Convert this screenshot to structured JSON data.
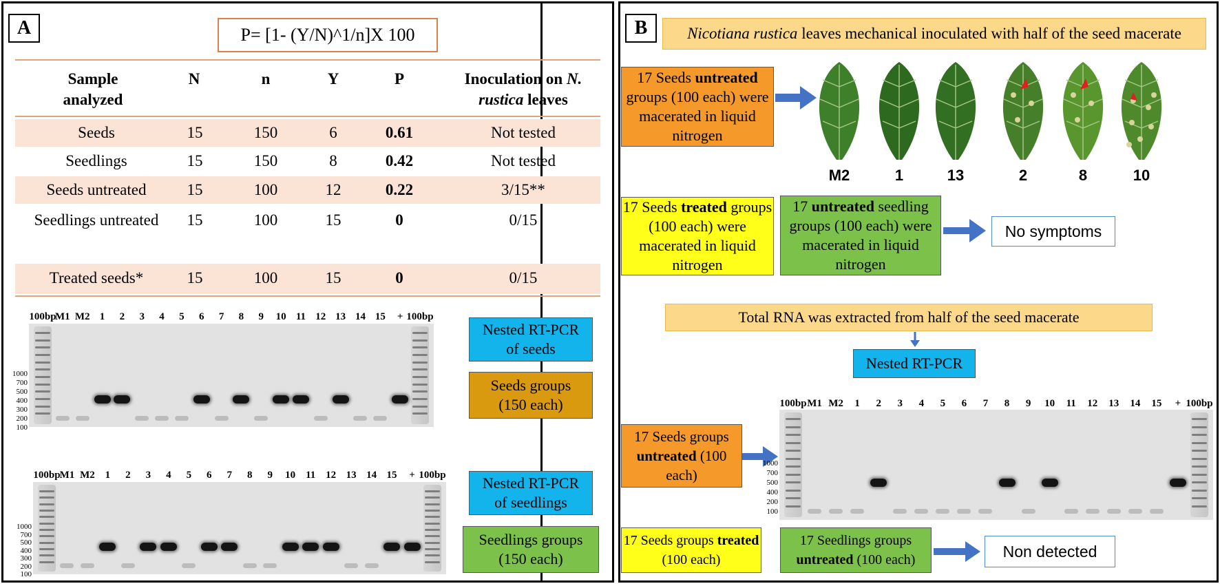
{
  "panel_a": {
    "label": "A",
    "formula": "P= [1- (Y/N)^1/n]X 100",
    "headers": [
      "Sample analyzed",
      "N",
      "n",
      "Y",
      "P",
      "Inoculation on N. rustica leaves"
    ],
    "rows": [
      {
        "sample": "Seeds",
        "N": "15",
        "n": "150",
        "Y": "6",
        "P": "0.61",
        "inoc": "Not tested"
      },
      {
        "sample": "Seedlings",
        "N": "15",
        "n": "150",
        "Y": "8",
        "P": "0.42",
        "inoc": "Not tested"
      },
      {
        "sample": "Seeds untreated",
        "N": "15",
        "n": "100",
        "Y": "12",
        "P": "0.22",
        "inoc": "3/15**"
      },
      {
        "sample": "Seedlings untreated",
        "N": "15",
        "n": "100",
        "Y": "15",
        "P": "0",
        "inoc": "0/15"
      },
      {
        "sample": "Treated seeds*",
        "N": "15",
        "n": "100",
        "Y": "15",
        "P": "0",
        "inoc": "0/15"
      }
    ],
    "gel1": {
      "lanes": [
        "100bp",
        "M1",
        "M2",
        "1",
        "2",
        "3",
        "4",
        "5",
        "6",
        "7",
        "8",
        "9",
        "10",
        "11",
        "12",
        "13",
        "14",
        "15",
        "+",
        "100bp"
      ],
      "ladder_marks": [
        "1000",
        "700",
        "500",
        "400",
        "300",
        "200",
        "100"
      ],
      "box_method": "Nested RT-PCR of seeds",
      "box_group": "Seeds groups (150 each)",
      "positive_lanes": [
        "1",
        "2",
        "6",
        "8",
        "10",
        "11",
        "13",
        "+"
      ]
    },
    "gel2": {
      "lanes": [
        "100bp",
        "M1",
        "M2",
        "1",
        "2",
        "3",
        "4",
        "5",
        "6",
        "7",
        "8",
        "9",
        "10",
        "11",
        "12",
        "13",
        "14",
        "15",
        "+",
        "100bp"
      ],
      "ladder_marks": [
        "1000",
        "700",
        "500",
        "400",
        "300",
        "200",
        "100"
      ],
      "box_method": "Nested RT-PCR of seedlings",
      "box_group": "Seedlings groups (150 each)",
      "positive_lanes": [
        "1",
        "3",
        "4",
        "6",
        "7",
        "10",
        "11",
        "12",
        "15",
        "+"
      ]
    }
  },
  "panel_b": {
    "label": "B",
    "title_italic": "Nicotiana rustica",
    "title_rest": " leaves mechanical inoculated with half of the seed macerate",
    "untreated_box": {
      "pre": "17 Seeds ",
      "bold": "untreated",
      "post": " groups (100 each) were macerated in liquid nitrogen"
    },
    "leaves": [
      "M2",
      "1",
      "13",
      "2",
      "8",
      "10"
    ],
    "treated_box": {
      "pre": "17 Seeds ",
      "bold": "treated",
      "post": " groups (100 each) were macerated in liquid nitrogen"
    },
    "seedling_box": {
      "pre": "17 ",
      "bold": "untreated",
      "post": " seedling groups (100 each) were macerated in liquid nitrogen"
    },
    "no_symptoms": "No symptoms",
    "rna_box": "Total RNA was extracted from half of the seed macerate",
    "nested_box": "Nested RT-PCR",
    "gel": {
      "lanes": [
        "100bp",
        "M1",
        "M2",
        "1",
        "2",
        "3",
        "4",
        "5",
        "6",
        "7",
        "8",
        "9",
        "10",
        "11",
        "12",
        "13",
        "14",
        "15",
        "+",
        "100bp"
      ],
      "ladder_marks": [
        "1000",
        "700",
        "500",
        "400",
        "200",
        "100"
      ],
      "positive_lanes": [
        "2",
        "8",
        "10",
        "+"
      ]
    },
    "gel_box": {
      "pre": "17 Seeds groups ",
      "bold": "untreated",
      "post": " (100 each)"
    },
    "bottom_treated": {
      "pre": "17 Seeds groups ",
      "bold": "treated",
      "post": " (100 each)"
    },
    "bottom_seedlings": {
      "pre": "17 Seedlings groups ",
      "bold": "untreated",
      "post": " (100 each)"
    },
    "non_detected": "Non detected"
  },
  "colors": {
    "table_shade": "#fbe3d6",
    "formula_border": "#d9824a",
    "blue_box": "#13b3ec",
    "gold_box": "#d99a10",
    "green_box": "#7cc24a",
    "orange_box": "#f59a2a",
    "yellow_box": "#ffff1a",
    "cream_box": "#fcd98a",
    "arrow": "#4472c4",
    "red_marker": "#e02020"
  }
}
